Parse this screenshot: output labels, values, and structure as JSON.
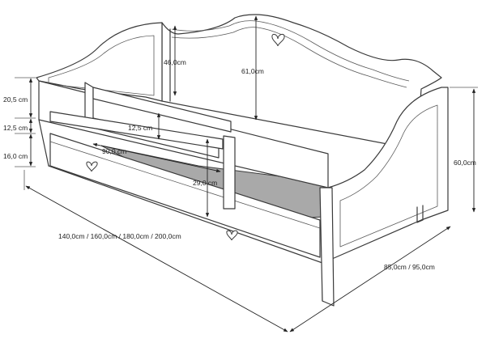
{
  "dimensions": {
    "headboard_inner_height": "46,0cm",
    "headboard_total_height": "61,0cm",
    "front_top_rail": "20,5 cm",
    "front_mid_rail": "12,5 cm",
    "drawer_height": "16,0 cm",
    "guard_gap": "12,5 cm",
    "guard_length": "90,0 cm",
    "guard_height": "29,0 cm",
    "bed_lengths": "140,0cm / 160,0cm / 180,0cm / 200,0cm",
    "bed_widths": "85,0cm / 95,0cm",
    "total_height": "60,0cm"
  },
  "colors": {
    "line": "#3a3a3a",
    "mattress_slats": "#a9a9a9",
    "background": "#ffffff"
  },
  "icons": [
    "heart-icon"
  ]
}
